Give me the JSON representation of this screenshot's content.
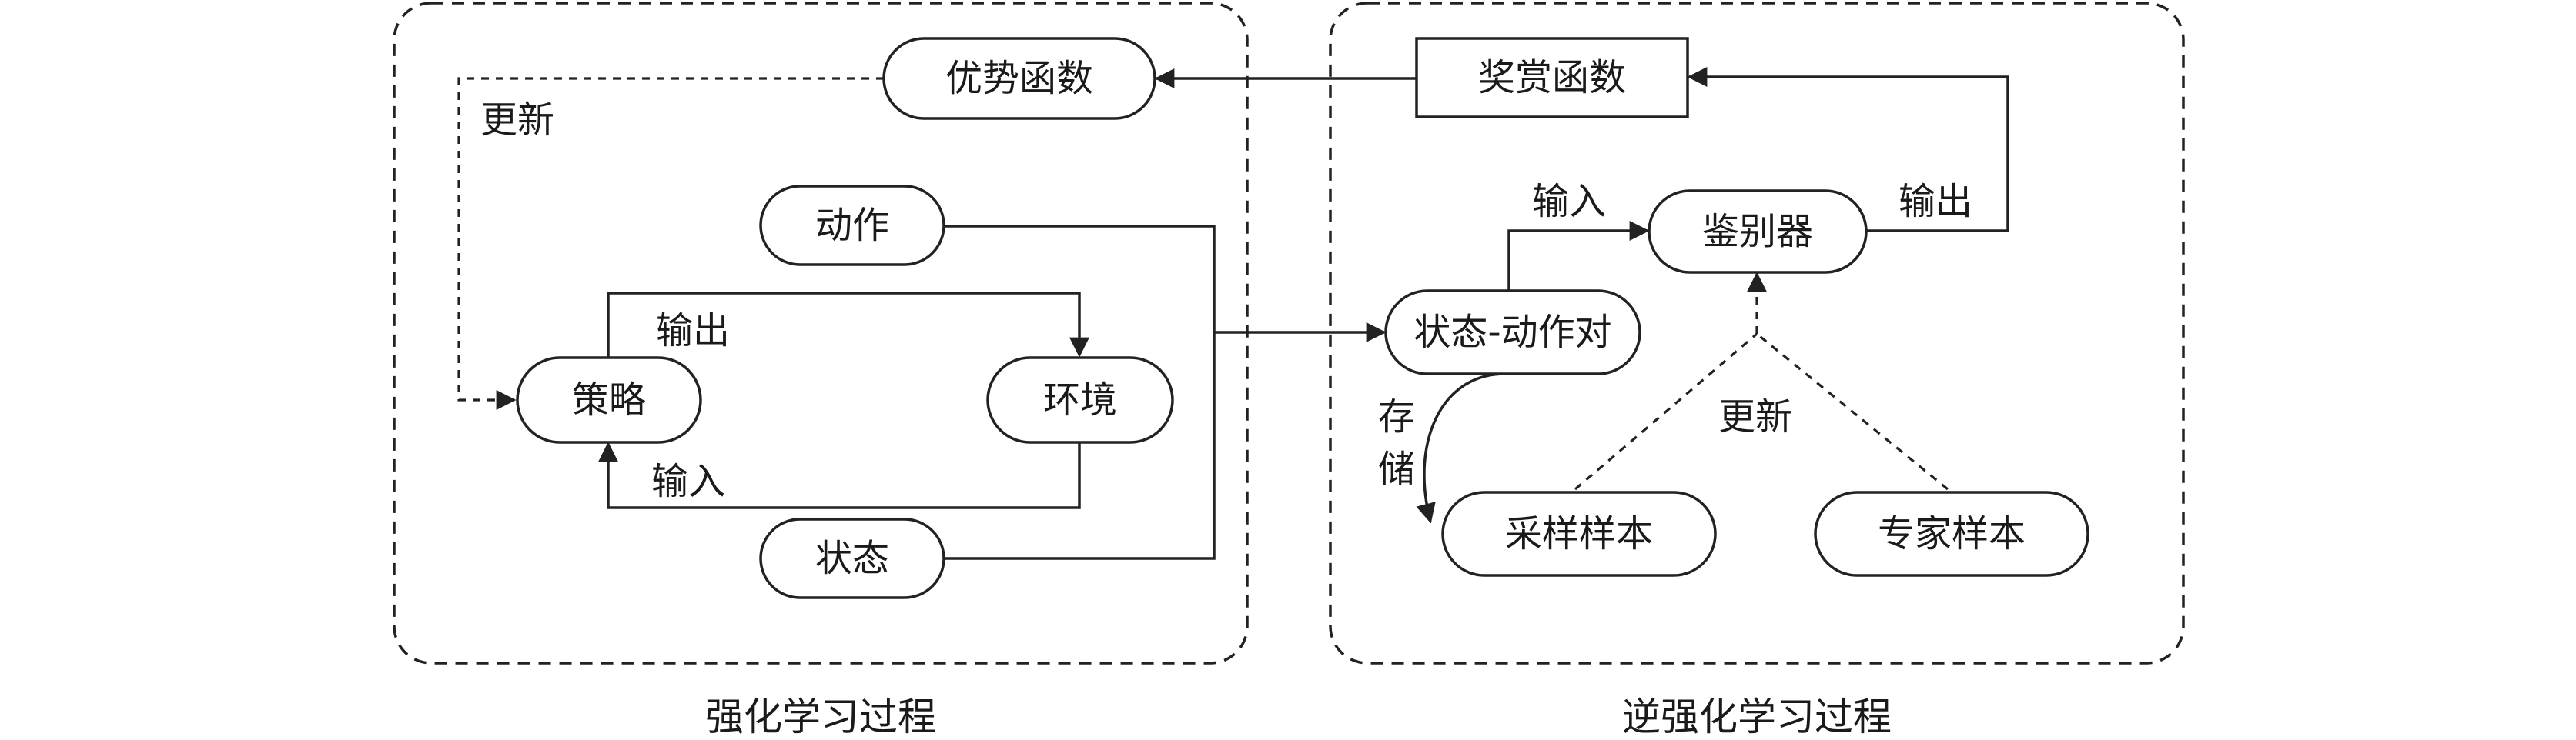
{
  "panels": {
    "left_caption": "强化学习过程",
    "right_caption": "逆强化学习过程"
  },
  "nodes": {
    "advantage": "优势函数",
    "action": "动作",
    "policy": "策略",
    "environment": "环境",
    "state": "状态",
    "reward": "奖赏函数",
    "discriminator": "鉴别器",
    "state_action": "状态-动作对",
    "sampled": "采样样本",
    "expert": "专家样本"
  },
  "edge_labels": {
    "update_left": "更新",
    "output_left": "输出",
    "input_left": "输入",
    "input_right": "输入",
    "output_right": "输出",
    "store_1": "存",
    "store_2": "储",
    "update_right": "更新"
  }
}
